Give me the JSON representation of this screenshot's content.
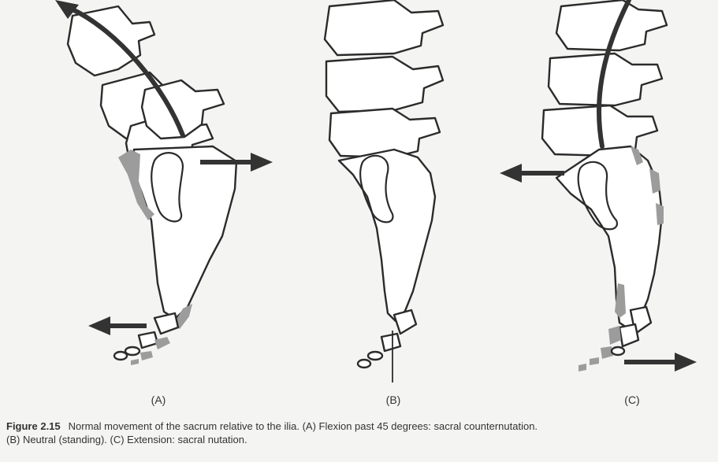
{
  "figure": {
    "panels": [
      {
        "label": "(A)",
        "meaning": "Flexion past 45 degrees: sacral counternutation."
      },
      {
        "label": "(B)",
        "meaning": "Neutral (standing)."
      },
      {
        "label": "(C)",
        "meaning": "Extension: sacral nutation."
      }
    ],
    "caption": {
      "figure_number": "Figure 2.15",
      "line1": "Normal movement of the sacrum relative to the ilia. (A) Flexion past 45 degrees: sacral counternutation.",
      "line2": "(B) Neutral (standing). (C) Extension: sacral nutation."
    },
    "colors": {
      "background": "#f4f4f2",
      "bone_outline": "#2b2b2b",
      "shading": "#9c9c9c",
      "arrows": "#333333"
    }
  }
}
